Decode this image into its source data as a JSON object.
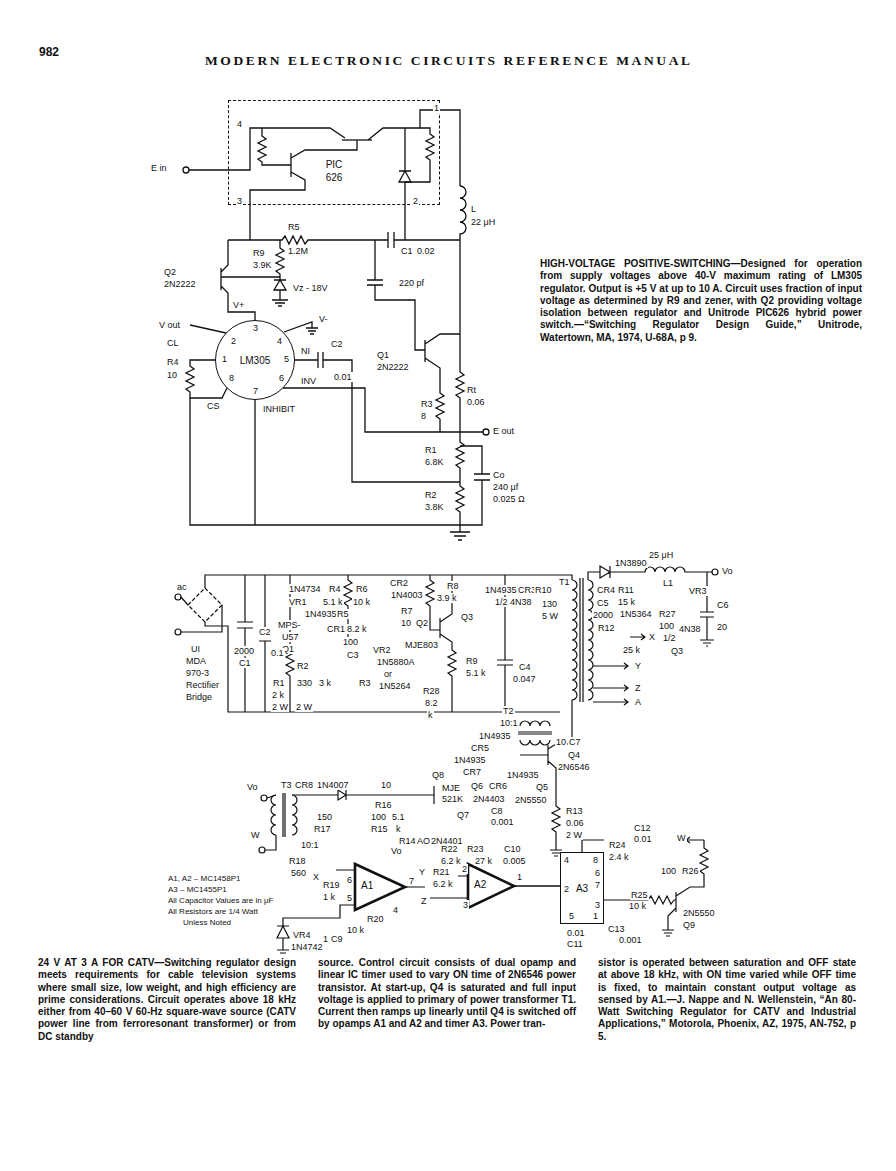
{
  "diagram": {
    "title": "MODERN ELECTRONIC CIRCUITS REFERENCE MANUAL",
    "nodes": [
      {
        "text": [
          "PIC 626"
        ]
      },
      {
        "text": [
          "LM305"
        ]
      },
      {
        "text": [
          "A1"
        ]
      },
      {
        "text": [
          "A2"
        ]
      },
      {
        "text": [
          "A3"
        ]
      }
    ],
    "edges": [
      {
        "from": 3,
        "to": 4,
        "arrow": "none"
      }
    ],
    "labels": [
      "982",
      "E in",
      "1",
      "4",
      "3",
      "2",
      "L",
      "22 μH",
      "R5",
      "R9",
      "1.2M",
      "3.9K",
      "C1",
      "0.02",
      "220 pf",
      "Q2",
      "2N2222",
      "Vz - 18V",
      "V+",
      "V out",
      "2",
      "3",
      "4",
      "V-",
      "C2",
      "0.01",
      "CL",
      "1",
      "5",
      "NI",
      "R4",
      "10",
      "8",
      "7",
      "6",
      "CS",
      "INV",
      "INHIBIT",
      "Q1",
      "2N2222",
      "R3",
      "8",
      "Rt",
      "0.06",
      "E out",
      "R1",
      "6.8K",
      "Co",
      "240 μf",
      "0.025 Ω",
      "R2",
      "3.8K",
      "HIGH-VOLTAGE POSITIVE-SWITCHING—Designed for operation from supply voltages above 40-V maximum rating of LM305 regulator. Output is +5 V at up to 10 A. Circuit uses fraction of input voltage as determined by R9 and zener, with Q2 providing voltage isolation between regulator and Unitrode PIC626 hybrid power switch.—“Switching Regulator Design Guide,” Unitrode, Watertown, MA, 1974, U-68A, p 9.",
      "T1",
      "1N3890",
      "25 μH",
      "L1",
      "Vo",
      "ac",
      "1N4734",
      "R4",
      "R6",
      "CR2",
      "1N4003",
      "R8",
      "3.9 k",
      "1N4935",
      "CR3",
      "R10",
      "VR1",
      "5.1 k",
      "10 k",
      "1/2 4N38",
      "130",
      "5 W",
      "R7",
      "10",
      "Q2",
      "Q3",
      "C2",
      "MPS-",
      "1N4935",
      "R5",
      "U57",
      "CR1",
      "8.2 k",
      "Q1",
      "100",
      "MJE803",
      "C3",
      "VR2",
      "1N5880A",
      "or",
      "1N5264",
      "2000",
      "0.1",
      "UI",
      "C1",
      "MDA",
      "970-3",
      "Rectifier",
      "Bridge",
      "R2",
      "R1",
      "330",
      "3 k",
      "R3",
      "2 k",
      "2 W",
      "2 W",
      "R9",
      "5.1 k",
      "C4",
      "0.047",
      "R28",
      "8.2",
      "k",
      "CR4",
      "R11",
      "15 k",
      "VR3",
      "1N5364",
      "R27",
      "C6",
      "C5",
      "2000",
      "100",
      "20",
      "R12",
      "X",
      "1/2",
      "4N38",
      "25 k",
      "Q3",
      "Y",
      "Z",
      "A",
      "T2",
      "10:1",
      "1N4935",
      "CR5",
      "10",
      "C7",
      "Q4",
      "2N6546",
      "1N4935",
      "CR7",
      "1N4935",
      "Q8",
      "Q6",
      "CR6",
      "Q5",
      "MJE",
      "521K",
      "2N4403",
      "2N5550",
      "C8",
      "0.001",
      "Q7",
      "R13",
      "0.06",
      "2 W",
      "T3",
      "CR8",
      "1N4007",
      "10",
      "Vo",
      "R16",
      "150",
      "100",
      "5.1",
      "R17",
      "R15",
      "k",
      "W",
      "R14",
      "AO",
      "2N4401",
      "10:1",
      "R22",
      "R23",
      "C10",
      "Vo",
      "6.2 k",
      "27 k",
      "0.005",
      "Y",
      "R21",
      "6.2 k",
      "Z",
      "3",
      "2",
      "1",
      "R18",
      "560",
      "X",
      "R19",
      "1 k",
      "6",
      "5",
      "7",
      "4",
      "R20",
      "10 k",
      "A1, A2 – MC1458P1",
      "A3 – MC1455P1",
      "All Capacitor Values are in μF",
      "All Resistors are 1/4 Watt",
      "Unless Noted",
      "VR4",
      "1N4742",
      "1",
      "C9",
      "C12",
      "0.01",
      "W",
      "R24",
      "2.4 k",
      "4",
      "8",
      "6",
      "7",
      "3",
      "2",
      "5",
      "1",
      "100",
      "R26",
      "R25",
      "10 k",
      "2N5550",
      "Q9",
      "C13",
      "0.001",
      "0.01",
      "C11",
      "24 V AT 3 A FOR CATV—Switching regulator design meets requirements for cable television systems where small size, low weight, and high efficiency are prime considerations. Circuit operates above 18 kHz either from 40–60 V 60-Hz square-wave source (CATV power line from ferroresonant transformer) or from DC standby",
      "source. Control circuit consists of dual opamp and linear IC timer used to vary ON time of 2N6546 power transistor. At start-up, Q4 is saturated and full input voltage is applied to primary of power transformer T1. Current then ramps up linearly until Q4 is switched off by opamps A1 and A2 and timer A3. Power tran-",
      "sistor is operated between saturation and OFF state at above 18 kHz, with ON time varied while OFF time is fixed, to maintain constant output voltage as sensed by A1.—J. Nappe and N. Wellenstein, “An 80-Watt Switching Regulator for CATV and Industrial Applications,” Motorola, Phoenix, AZ, 1975, AN-752, p 5."
    ]
  }
}
